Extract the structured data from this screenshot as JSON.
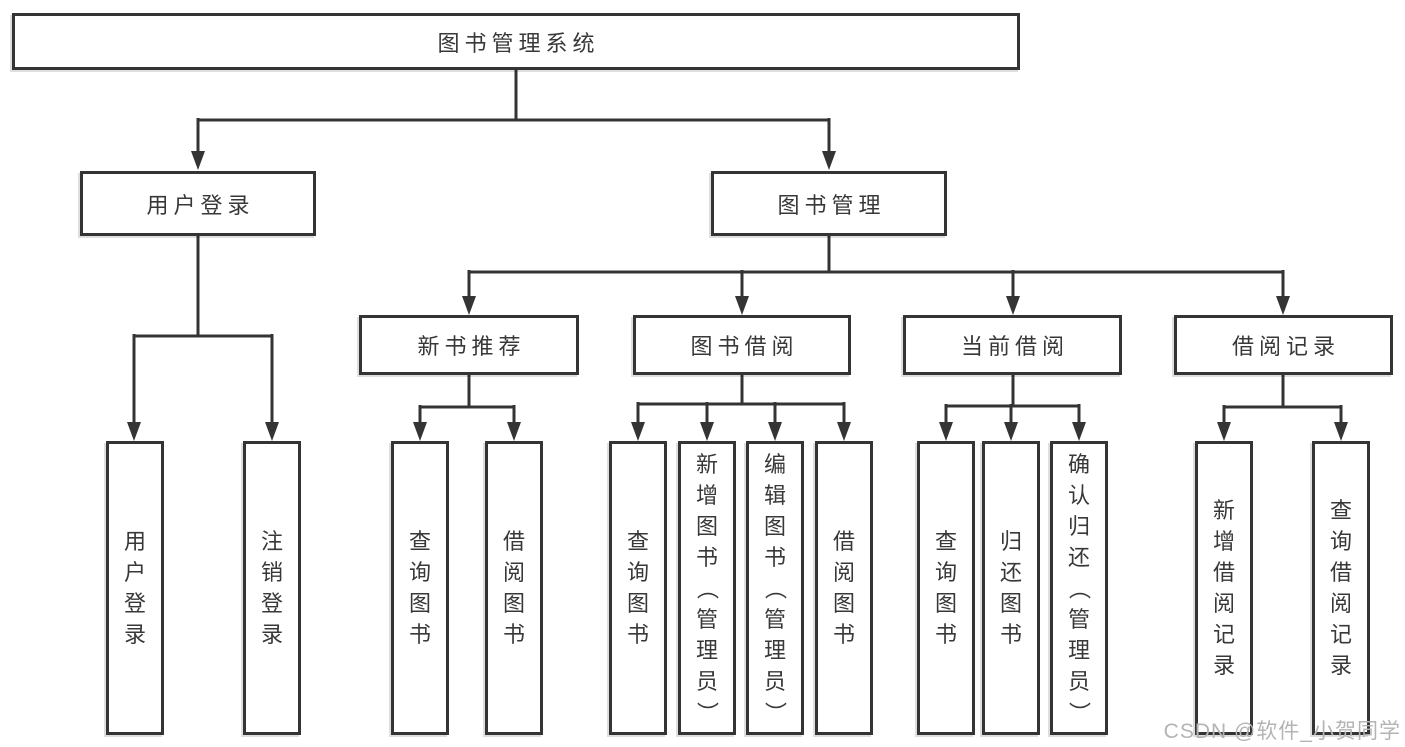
{
  "diagram": {
    "root": {
      "label": "图书管理系统"
    },
    "level2": [
      {
        "label": "用户登录",
        "children": [
          {
            "label": "用户登录"
          },
          {
            "label": "注销登录"
          }
        ]
      },
      {
        "label": "图书管理",
        "children": [
          {
            "label": "新书推荐",
            "children": [
              {
                "label": "查询图书"
              },
              {
                "label": "借阅图书"
              }
            ]
          },
          {
            "label": "图书借阅",
            "children": [
              {
                "label": "查询图书"
              },
              {
                "label": "新增图书（管理员）"
              },
              {
                "label": "编辑图书（管理员）"
              },
              {
                "label": "借阅图书"
              }
            ]
          },
          {
            "label": "当前借阅",
            "children": [
              {
                "label": "查询图书"
              },
              {
                "label": "归还图书"
              },
              {
                "label": "确认归还（管理员）"
              }
            ]
          },
          {
            "label": "借阅记录",
            "children": [
              {
                "label": "新增借阅记录"
              },
              {
                "label": "查询借阅记录"
              }
            ]
          }
        ]
      }
    ]
  },
  "watermark": {
    "text": "CSDN @软件_小贺同学"
  },
  "colors": {
    "line": "#343434",
    "text": "#383838",
    "box_background": "#ffffff",
    "page_background": "#ffffff",
    "watermark": "#b4b4b4"
  }
}
